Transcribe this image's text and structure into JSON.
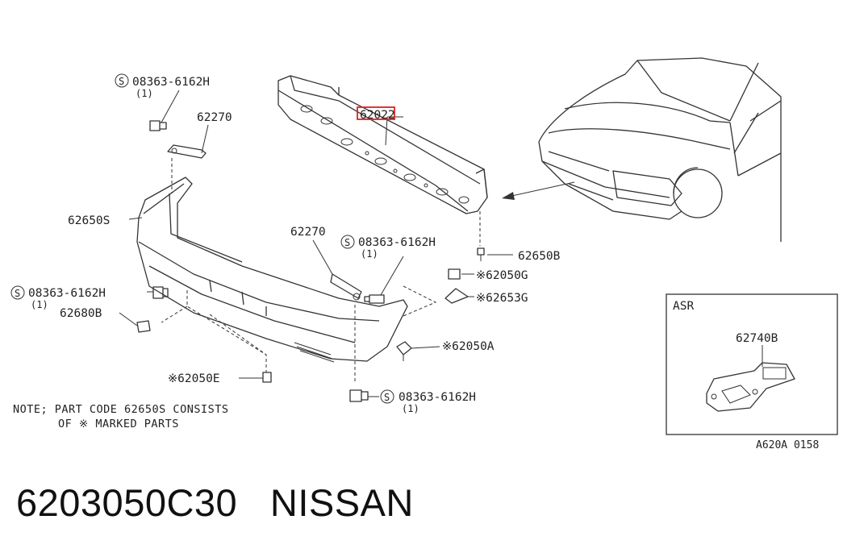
{
  "diagram": {
    "labels": {
      "bolt_top_left": "08363-6162H",
      "bolt_top_left_qty": "(1)",
      "bracket_left": "62270",
      "reinforcement": "62022",
      "bumper_fascia": "62650S",
      "bracket_center": "62270",
      "bolt_center": "08363-6162H",
      "bolt_center_qty": "(1)",
      "clip_right": "62650B",
      "nut_right": "62050G",
      "bracket_right": "62653G",
      "bolt_left": "08363-6162H",
      "bolt_left_qty": "(1)",
      "retainer_left": "62680B",
      "clip_lower_right": "62050A",
      "clip_lower_left": "62050E",
      "bolt_bottom": "08363-6162H",
      "bolt_bottom_qty": "(1)",
      "asr_title": "ASR",
      "asr_part": "62740B",
      "ref_code": "A620A 0158"
    },
    "note_line1": "NOTE; PART CODE 62650S CONSISTS",
    "note_line2": "OF ※ MARKED PARTS",
    "highlight_color": "#e02020"
  },
  "footer": {
    "part_number": "6203050C30",
    "brand": "NISSAN"
  }
}
